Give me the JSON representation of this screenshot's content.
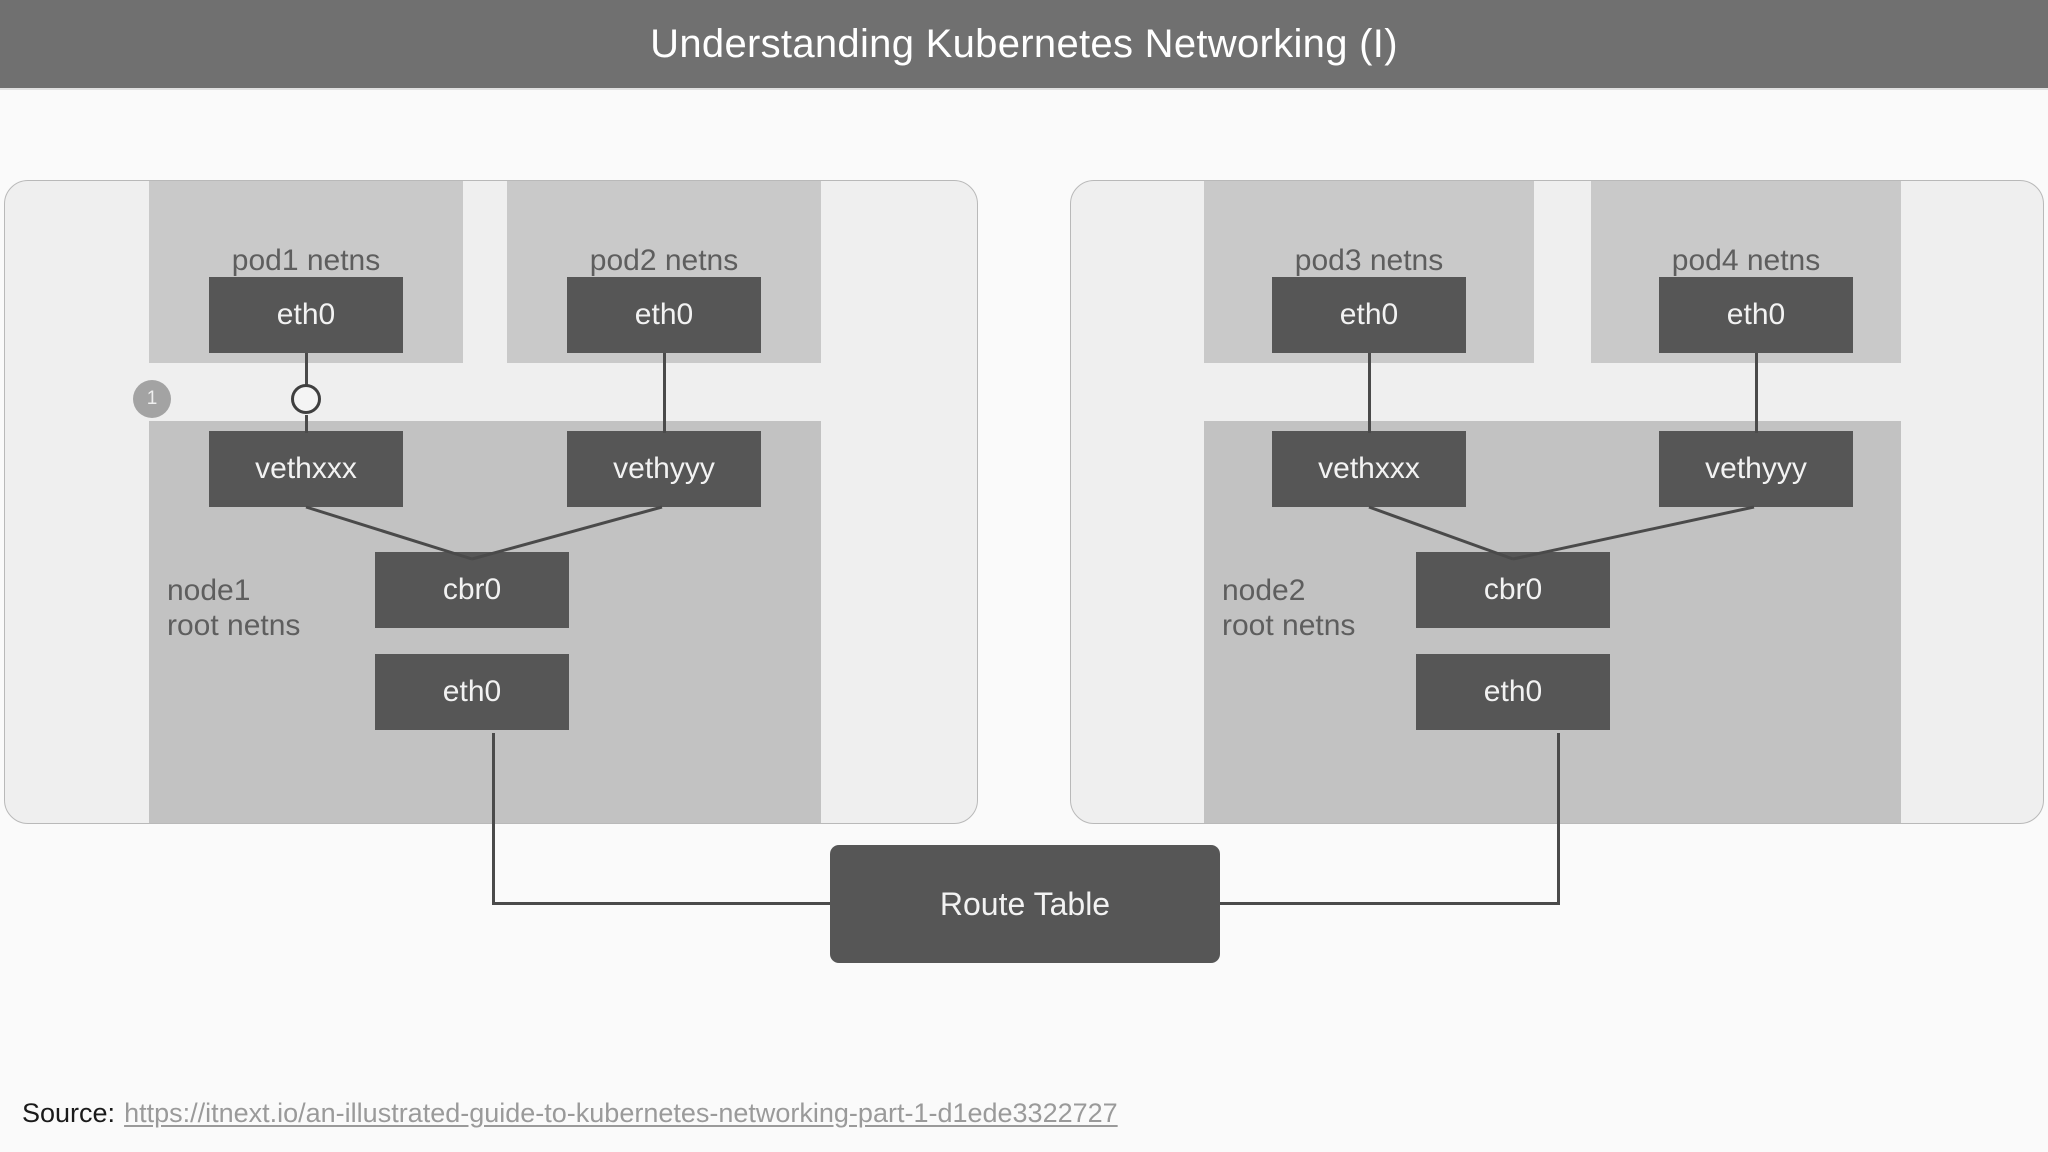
{
  "header": {
    "title": "Understanding Kubernetes Networking (I)"
  },
  "diagram": {
    "type": "kubernetes-networking-topology",
    "nodes": [
      {
        "id": "node1",
        "root_label": "node1\nroot netns",
        "pods": [
          {
            "label": "pod1 netns",
            "iface": "eth0"
          },
          {
            "label": "pod2 netns",
            "iface": "eth0"
          }
        ],
        "veths": [
          "vethxxx",
          "vethyyy"
        ],
        "bridge": "cbr0",
        "host_iface": "eth0",
        "step_badge": "1"
      },
      {
        "id": "node2",
        "root_label": "node2\nroot netns",
        "pods": [
          {
            "label": "pod3 netns",
            "iface": "eth0"
          },
          {
            "label": "pod4 netns",
            "iface": "eth0"
          }
        ],
        "veths": [
          "vethxxx",
          "vethyyy"
        ],
        "bridge": "cbr0",
        "host_iface": "eth0"
      }
    ],
    "route_table": "Route Table",
    "colors": {
      "header_bar": "#707070",
      "page_background": "#fafafa",
      "card_background": "#efefef",
      "pod_band": "#c9c9c9",
      "root_band": "#c2c2c2",
      "interface_box": "#565656",
      "link_line": "#4a4a4a",
      "badge": "#a3a3a3"
    }
  },
  "footer": {
    "source_label": "Source:",
    "source_url": "https://itnext.io/an-illustrated-guide-to-kubernetes-networking-part-1-d1ede3322727"
  }
}
